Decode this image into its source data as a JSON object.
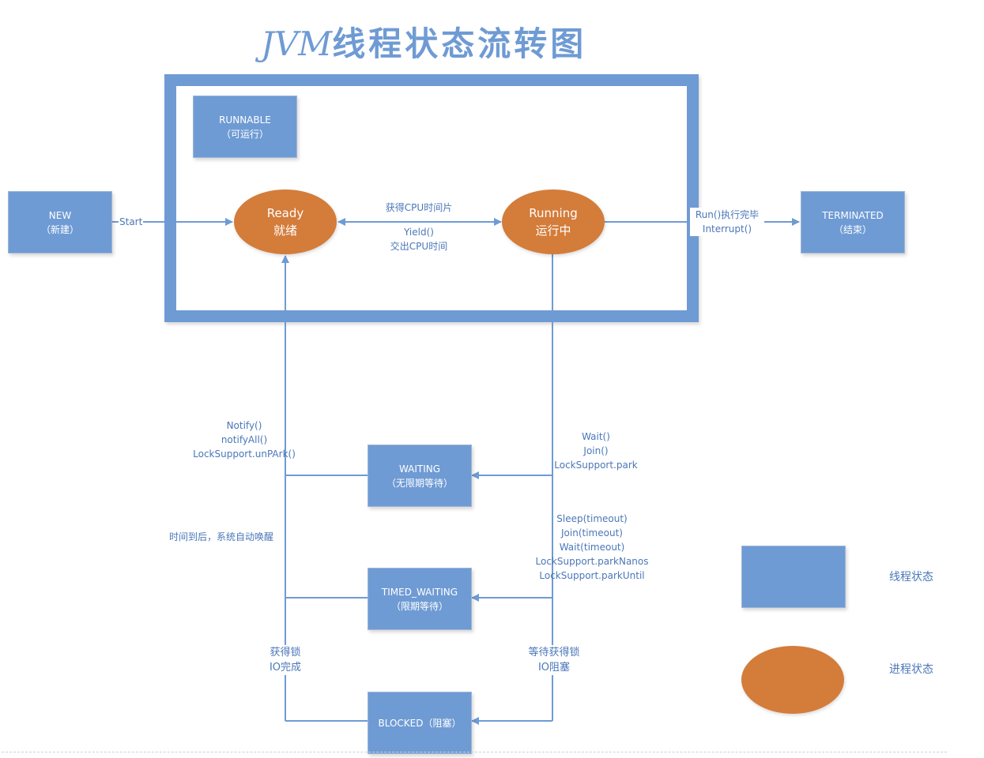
{
  "title": {
    "prefix": "JVM",
    "text": "线程状态流转图"
  },
  "colors": {
    "thread_state": "#6f9bd4",
    "process_state": "#d47c3a",
    "line": "#6f9bd4",
    "label_text": "#4b77b8"
  },
  "states": {
    "runnable": {
      "line1": "RUNNABLE",
      "line2": "（可运行）"
    },
    "new": {
      "line1": "NEW",
      "line2": "（新建）"
    },
    "terminated": {
      "line1": "TERMINATED",
      "line2": "（结束）"
    },
    "waiting": {
      "line1": "WAITING",
      "line2": "（无限期等待）"
    },
    "timed_waiting": {
      "line1": "TIMED_WAITING",
      "line2": "（限期等待）"
    },
    "blocked": {
      "line1": "BLOCKED（阻塞）"
    }
  },
  "process_states": {
    "ready": {
      "line1": "Ready",
      "line2": "就绪"
    },
    "running": {
      "line1": "Running",
      "line2": "运行中"
    }
  },
  "transitions": {
    "start": "Start",
    "get_cpu": "获得CPU时间片",
    "yield": [
      "Yield()",
      "交出CPU时间"
    ],
    "terminate": [
      "Run()执行完毕",
      "Interrupt()"
    ],
    "notify": [
      "Notify()",
      "notifyAll()",
      "LockSupport.unPArk()"
    ],
    "wait": [
      "Wait()",
      "Join()",
      "LockSupport.park"
    ],
    "timeout_wakeup": "时间到后，系统自动唤醒",
    "timed_wait": [
      "Sleep(timeout)",
      "Join(timeout)",
      "Wait(timeout)",
      "LockSupport.parkNanos",
      "LockSupport.parkUntil"
    ],
    "acquire_lock": [
      "获得锁",
      "IO完成"
    ],
    "wait_lock": [
      "等待获得锁",
      "IO阻塞"
    ]
  },
  "legend": {
    "thread_state": "线程状态",
    "process_state": "进程状态"
  }
}
